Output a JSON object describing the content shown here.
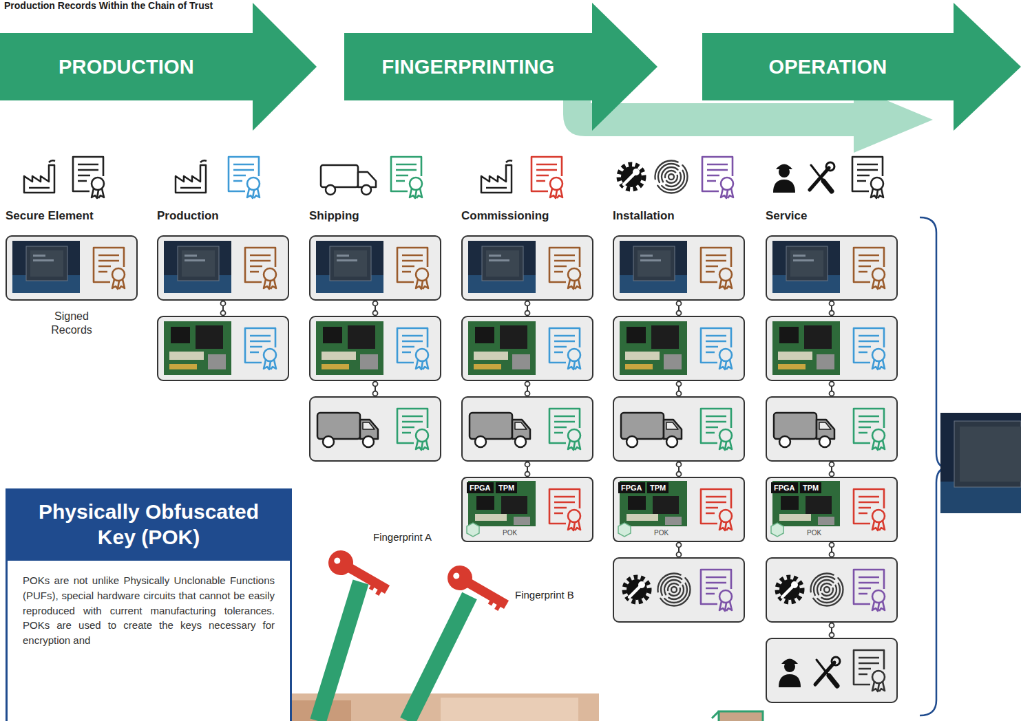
{
  "diagram": {
    "title": "Production Records Within the Chain of Trust",
    "nodes": [
      {
        "text": [
          "PRODUCTION"
        ]
      },
      {
        "text": [
          "FINGERPRINTING"
        ]
      },
      {
        "text": [
          "OPERATION"
        ]
      },
      {
        "text": [
          "FPGA",
          "TPM",
          "POK"
        ]
      },
      {
        "text": [
          "FPGA",
          "TPM",
          "POK"
        ]
      },
      {
        "text": [
          "FPGA",
          "TPM",
          "POK"
        ]
      },
      {
        "text": [
          "Physically Obfuscated Key (POK)",
          "POKs are not unlike Physically Unclonable Functions (PUFs), special hardware circuits that cannot be easily reproduced with current manufacturing tolerances. POKs are used to create the keys necessary for encryption and"
        ]
      }
    ],
    "labels": [
      "Secure Element",
      "Production",
      "Shipping",
      "Commissioning",
      "Installation",
      "Service",
      "Signed Records",
      "Fingerprint A",
      "Fingerprint B"
    ]
  }
}
